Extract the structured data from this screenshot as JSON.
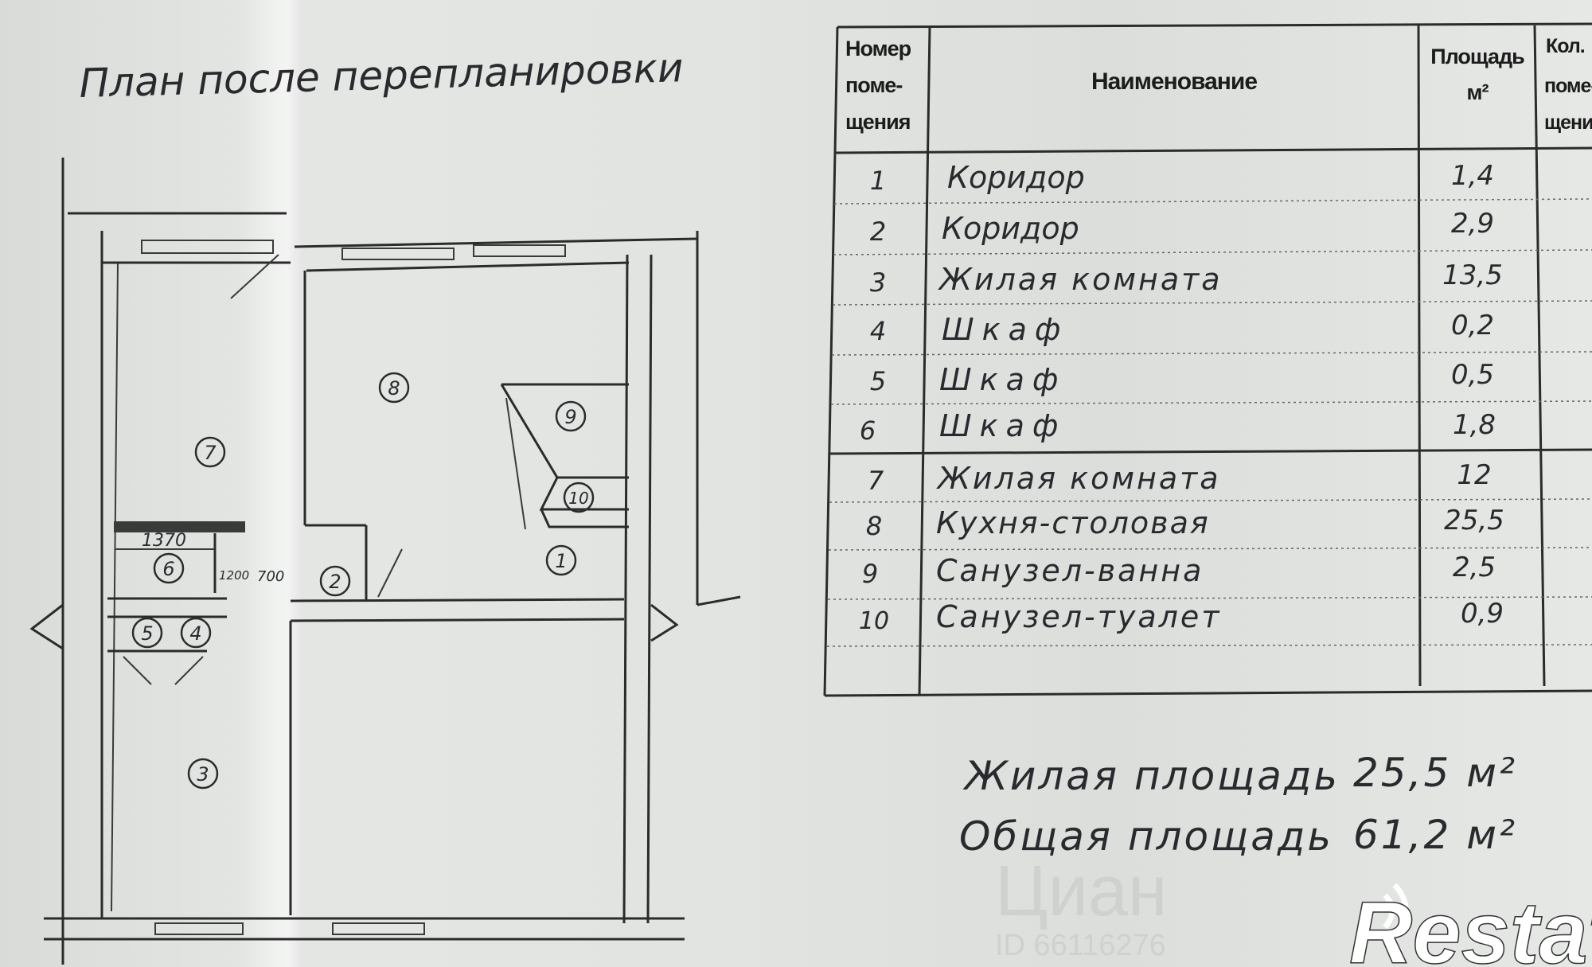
{
  "plan": {
    "title": "План после перепланировки",
    "room_labels": [
      "1",
      "2",
      "3",
      "4",
      "5",
      "6",
      "7",
      "8",
      "9",
      "10"
    ],
    "dimensions": [
      "1370",
      "1200",
      "700"
    ]
  },
  "table": {
    "headers": {
      "number": [
        "Номер",
        "поме-",
        "щения"
      ],
      "name": "Наименование",
      "area": [
        "Площадь",
        "м²"
      ],
      "count": [
        "Кол.",
        "поме-",
        "щения"
      ]
    },
    "rows": [
      {
        "number": "1",
        "name": "Коридор",
        "area": "1,4"
      },
      {
        "number": "2",
        "name": "Коридор",
        "area": "2,9"
      },
      {
        "number": "3",
        "name": "Жилая комната",
        "area": "13,5"
      },
      {
        "number": "4",
        "name": "Шкаф",
        "area": "0,2"
      },
      {
        "number": "5",
        "name": "Шкаф",
        "area": "0,5"
      },
      {
        "number": "6",
        "name": "Шкаф",
        "area": "1,8"
      },
      {
        "number": "7",
        "name": "Жилая комната",
        "area": "12"
      },
      {
        "number": "8",
        "name": "Кухня-столовая",
        "area": "25,5"
      },
      {
        "number": "9",
        "name": "Санузел-ванна",
        "area": "2,5"
      },
      {
        "number": "10",
        "name": "Санузел-туалет",
        "area": "0,9"
      }
    ]
  },
  "summary": {
    "living_label": "Жилая площадь",
    "living_value": "25,5 м²",
    "total_label": "Общая площадь",
    "total_value": "61,2 м²"
  },
  "watermark": {
    "brand": "Циан",
    "id": "ID 66116276"
  },
  "logo": {
    "text": "Restate"
  }
}
